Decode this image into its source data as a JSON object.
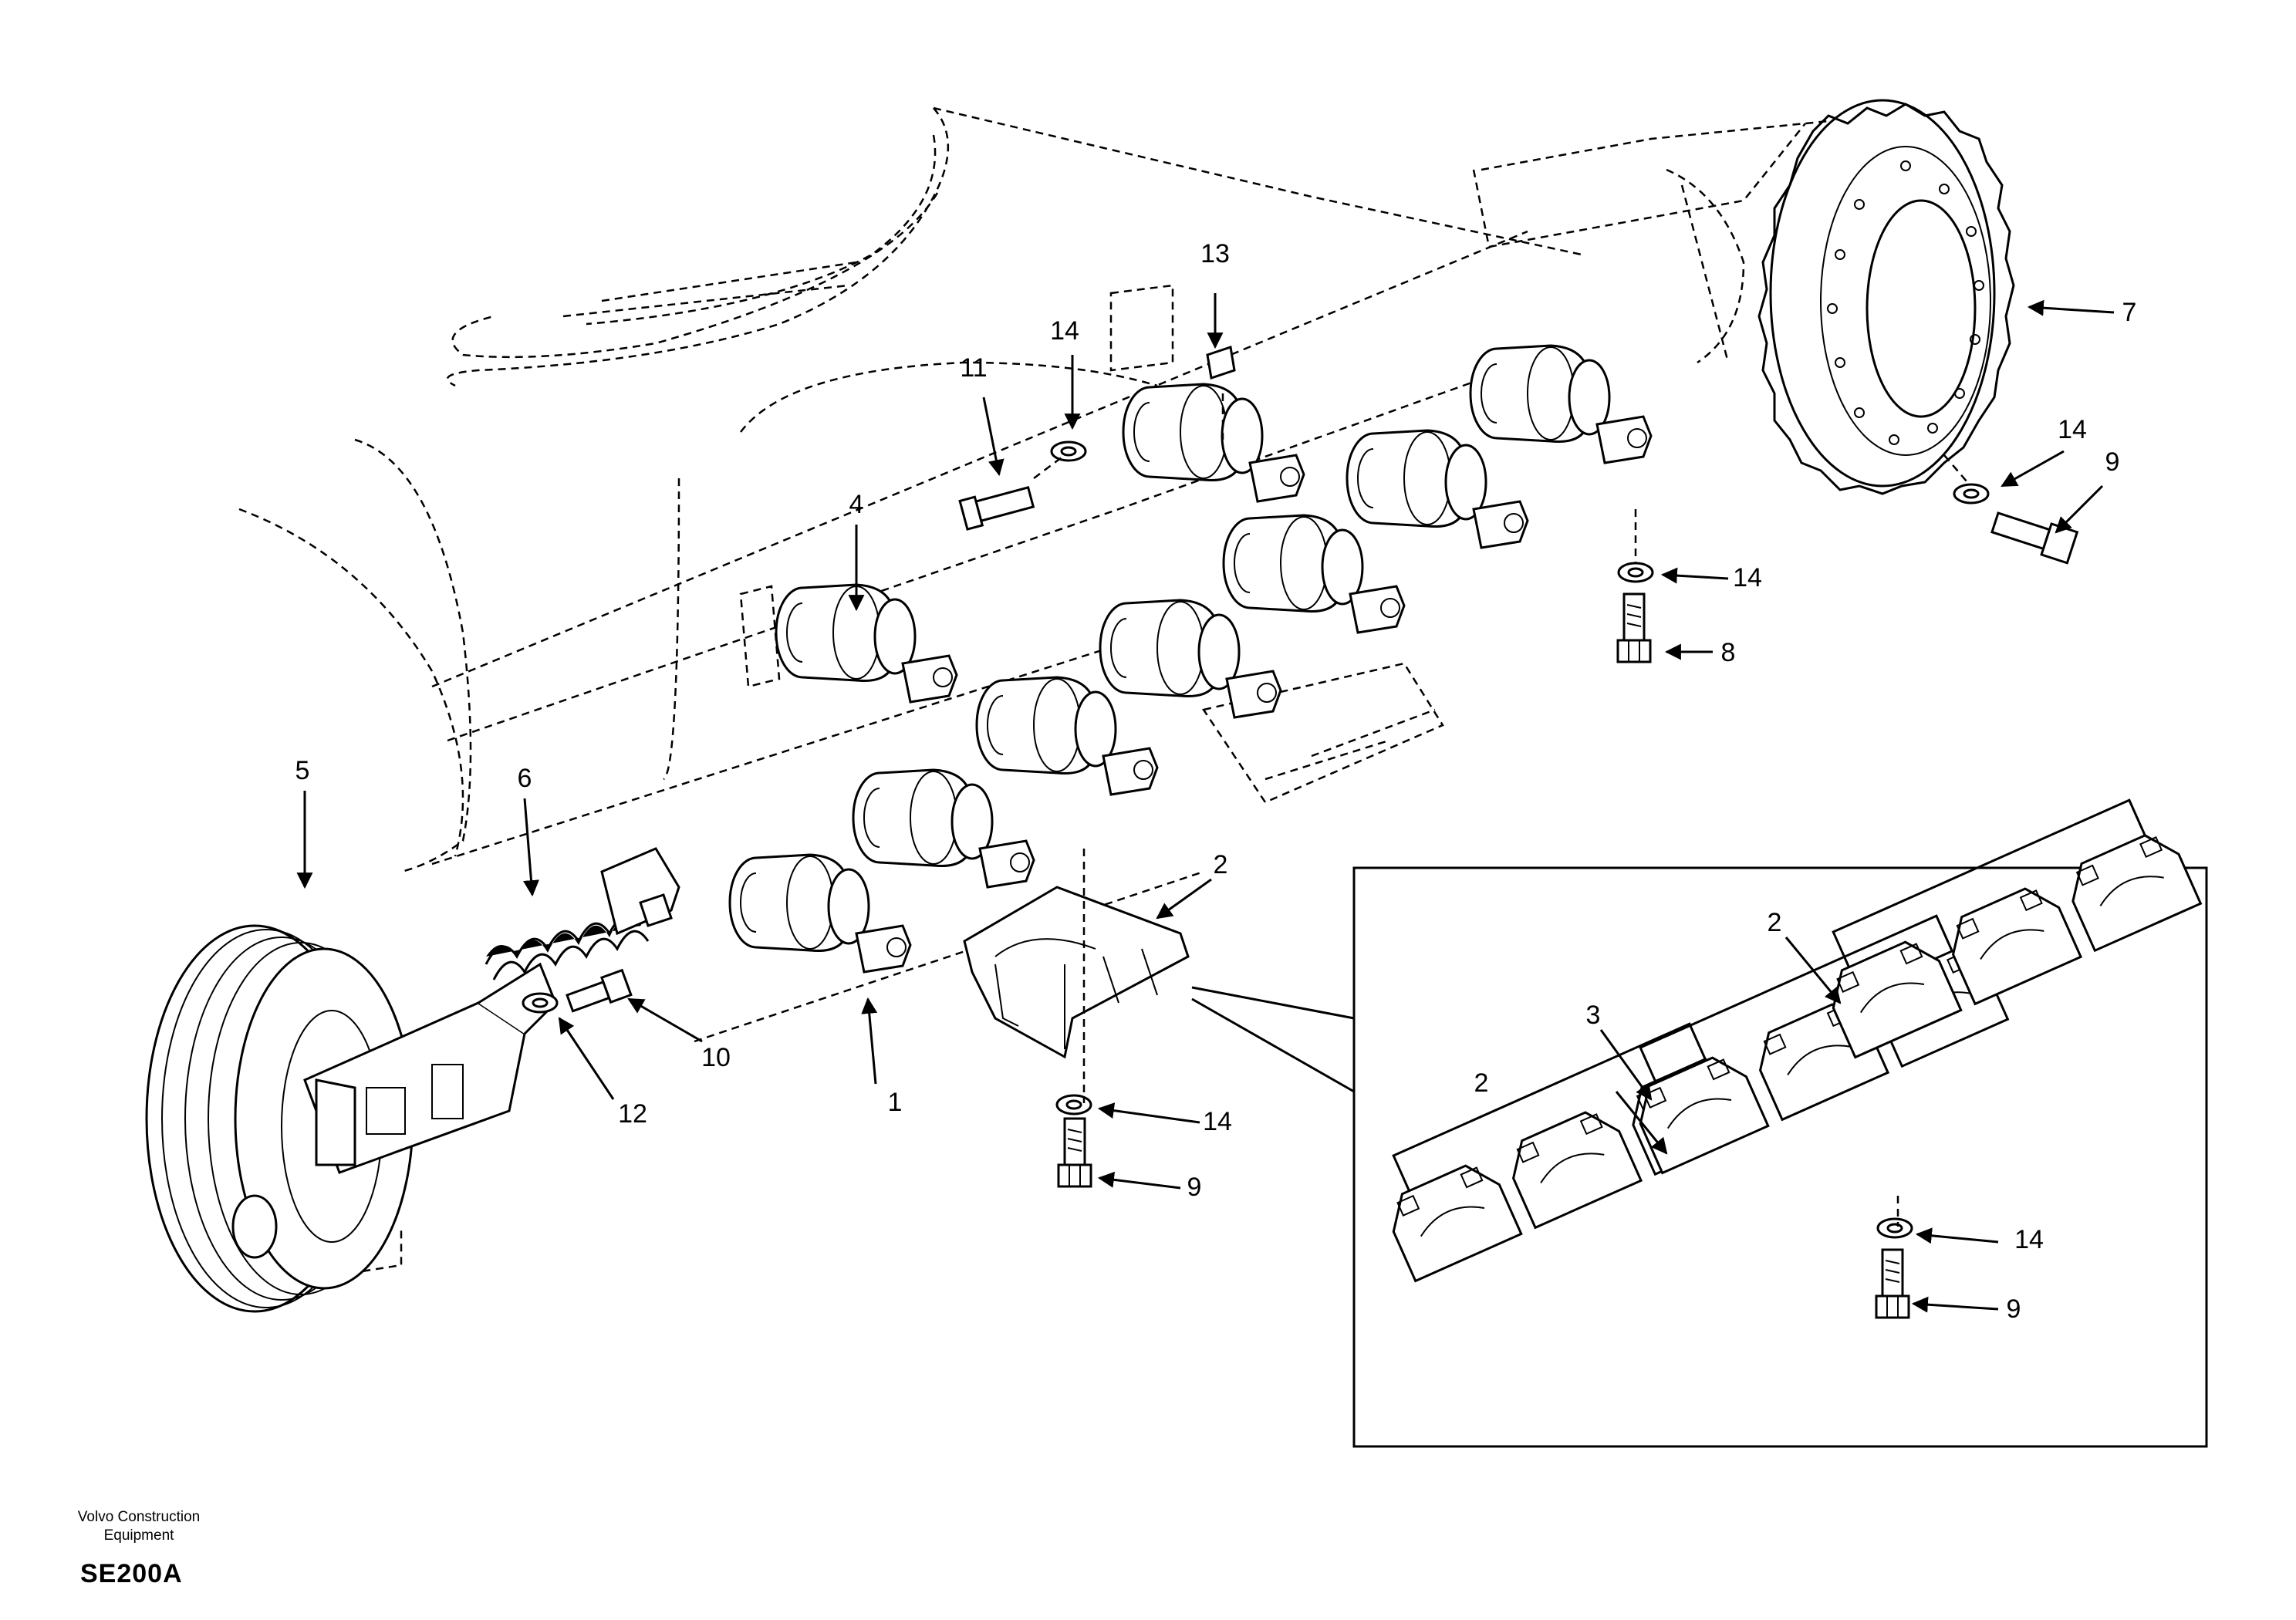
{
  "callouts": {
    "c1": "1",
    "c2a": "2",
    "c2b": "2",
    "c2c": "2",
    "c3": "3",
    "c4": "4",
    "c5": "5",
    "c6": "6",
    "c7": "7",
    "c8": "8",
    "c9a": "9",
    "c9b": "9",
    "c9c": "9",
    "c10": "10",
    "c11": "11",
    "c12": "12",
    "c13": "13",
    "c14a": "14",
    "c14b": "14",
    "c14c": "14",
    "c14d": "14",
    "c14e": "14"
  },
  "footer": {
    "maker_line1": "Volvo Construction",
    "maker_line2": "Equipment",
    "drawing_code": "SE200A"
  }
}
